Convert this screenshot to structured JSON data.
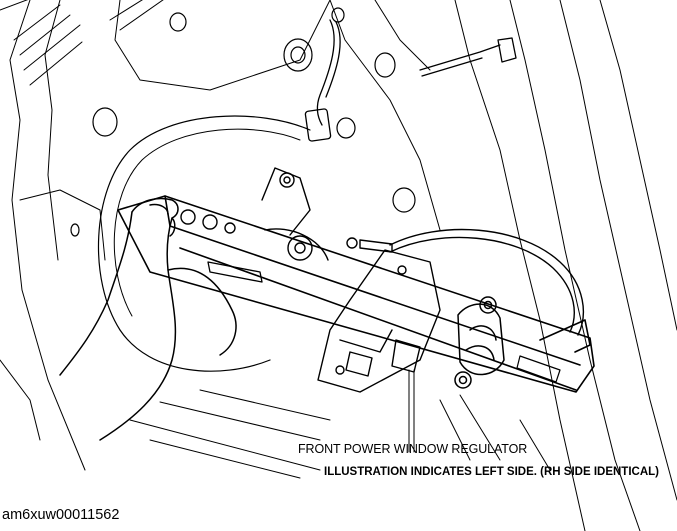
{
  "diagram": {
    "callout_label": "FRONT POWER WINDOW REGULATOR",
    "note": "ILLUSTRATION INDICATES LEFT SIDE. (RH SIDE IDENTICAL)",
    "figure_id": "am6xuw00011562"
  }
}
